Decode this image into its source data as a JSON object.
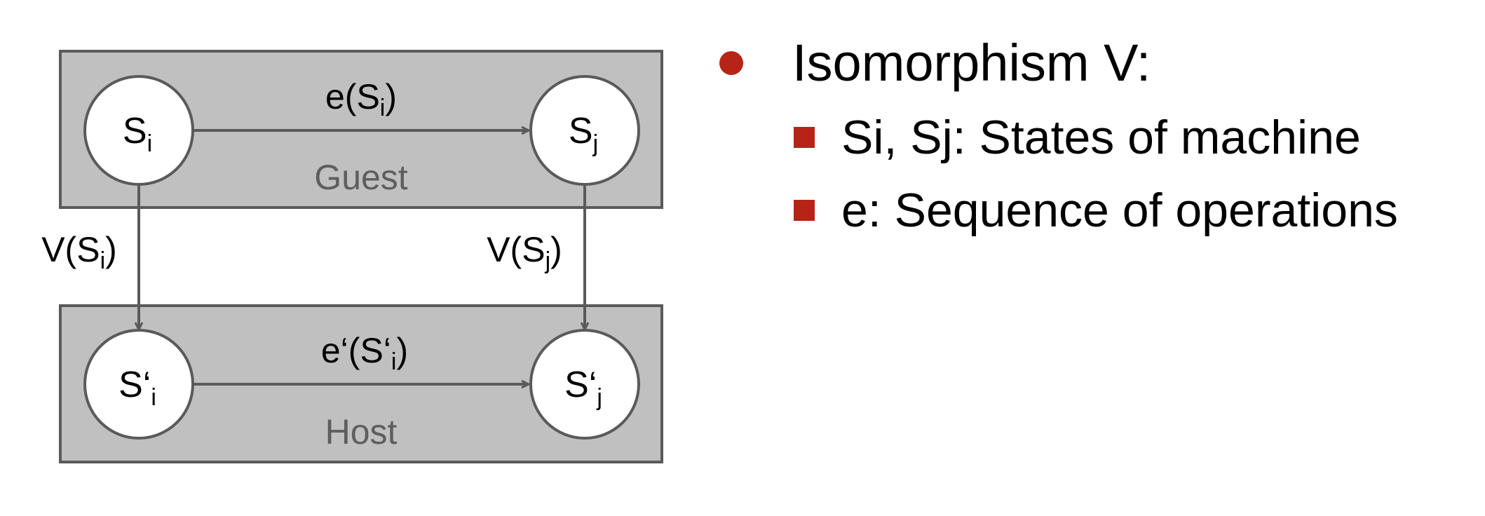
{
  "colors": {
    "box_fill": "#c0c0c0",
    "stroke": "#5a5a5a",
    "box_label": "#5e5e5e",
    "bullet": "#b82318"
  },
  "diagram": {
    "guest_label": "Guest",
    "host_label": "Host",
    "guest_edge": {
      "main": "e(S",
      "sub": "i",
      "tail": ")"
    },
    "host_edge": {
      "main": "e‘(S‘",
      "sub": "i",
      "tail": ")"
    },
    "map_left": {
      "main": "V(S",
      "sub": "i",
      "tail": ")"
    },
    "map_right": {
      "main": "V(S",
      "sub": "j",
      "tail": ")"
    },
    "states": {
      "si": {
        "main": "S",
        "sub": "i"
      },
      "sj": {
        "main": "S",
        "sub": "j"
      },
      "si_prime": {
        "main": "S‘",
        "sub": "i"
      },
      "sj_prime": {
        "main": "S‘",
        "sub": "j"
      }
    }
  },
  "bullets": {
    "main": "Isomorphism V:",
    "items": [
      "Si, Sj: States of machine",
      "e: Sequence of operations"
    ]
  }
}
